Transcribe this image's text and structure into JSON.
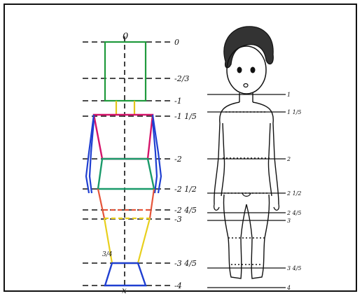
{
  "colors": {
    "head": "#1f9a3c",
    "neck": "#e3c51a",
    "torso": "#d4146a",
    "arm": "#1f3fd1",
    "hips": "#1a9a6a",
    "thigh": "#e6553a",
    "leg": "#e8cf1c",
    "foot": "#1f3fd1",
    "guide": "#111111"
  },
  "left_figure": {
    "top_label": "0",
    "bottom_label": "x",
    "leg_mark": "3/4",
    "marks": [
      {
        "id": "m0",
        "label": "0"
      },
      {
        "id": "m23",
        "label": "-2/3"
      },
      {
        "id": "m1",
        "label": "-1"
      },
      {
        "id": "m115",
        "label": "-1 1/5"
      },
      {
        "id": "m2",
        "label": "-2"
      },
      {
        "id": "m212",
        "label": "-2 1/2"
      },
      {
        "id": "m245",
        "label": "-2 4/5"
      },
      {
        "id": "m3",
        "label": "-3"
      },
      {
        "id": "m345",
        "label": "-3 4/5"
      },
      {
        "id": "m4",
        "label": "-4"
      }
    ]
  },
  "right_figure": {
    "marks": [
      {
        "id": "r1",
        "label": "1"
      },
      {
        "id": "r115",
        "label": "1 1/5"
      },
      {
        "id": "r2",
        "label": "2"
      },
      {
        "id": "r212",
        "label": "2 1/2"
      },
      {
        "id": "r245",
        "label": "2 4/5"
      },
      {
        "id": "r3",
        "label": "3"
      },
      {
        "id": "r345",
        "label": "3 4/5"
      },
      {
        "id": "r4",
        "label": "4"
      }
    ]
  }
}
